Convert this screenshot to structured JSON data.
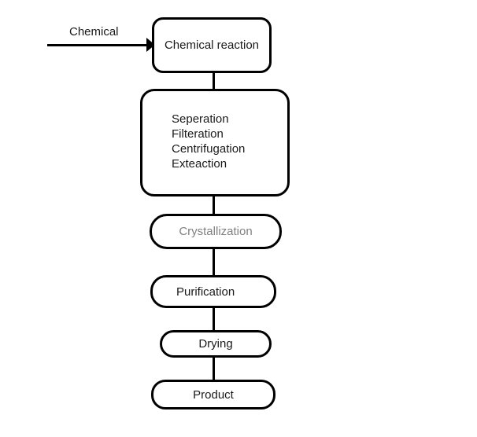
{
  "diagram": {
    "title": "Chemical manufacturing process flowchart",
    "background_color": "#ffffff",
    "stroke_color": "#000000",
    "default_text_color": "#1a1a1a",
    "muted_text_color": "#808080"
  },
  "input": {
    "label": "Chemical",
    "arrow_direction": "right"
  },
  "nodes": [
    {
      "id": "reaction",
      "label": "Chemical reaction",
      "shape": "rounded-rectangle",
      "text_color": "#1a1a1a"
    },
    {
      "id": "separation",
      "label": "Seperation\nFilteration\nCentrifugation\nExteaction",
      "lines": [
        "Seperation",
        "Filteration",
        "Centrifugation",
        "Exteaction"
      ],
      "shape": "rounded-rectangle",
      "text_color": "#1a1a1a"
    },
    {
      "id": "crystallization",
      "label": "Crystallization",
      "shape": "rounded-rectangle",
      "text_color": "#808080"
    },
    {
      "id": "purification",
      "label": "Purification",
      "shape": "rounded-rectangle",
      "text_color": "#1a1a1a"
    },
    {
      "id": "drying",
      "label": "Drying",
      "shape": "rounded-rectangle",
      "text_color": "#1a1a1a"
    },
    {
      "id": "product",
      "label": "Product",
      "shape": "rounded-rectangle",
      "text_color": "#1a1a1a"
    }
  ],
  "connectors": [
    {
      "from": "reaction",
      "to": "separation"
    },
    {
      "from": "separation",
      "to": "crystallization"
    },
    {
      "from": "crystallization",
      "to": "purification"
    },
    {
      "from": "purification",
      "to": "drying"
    },
    {
      "from": "drying",
      "to": "product"
    }
  ]
}
